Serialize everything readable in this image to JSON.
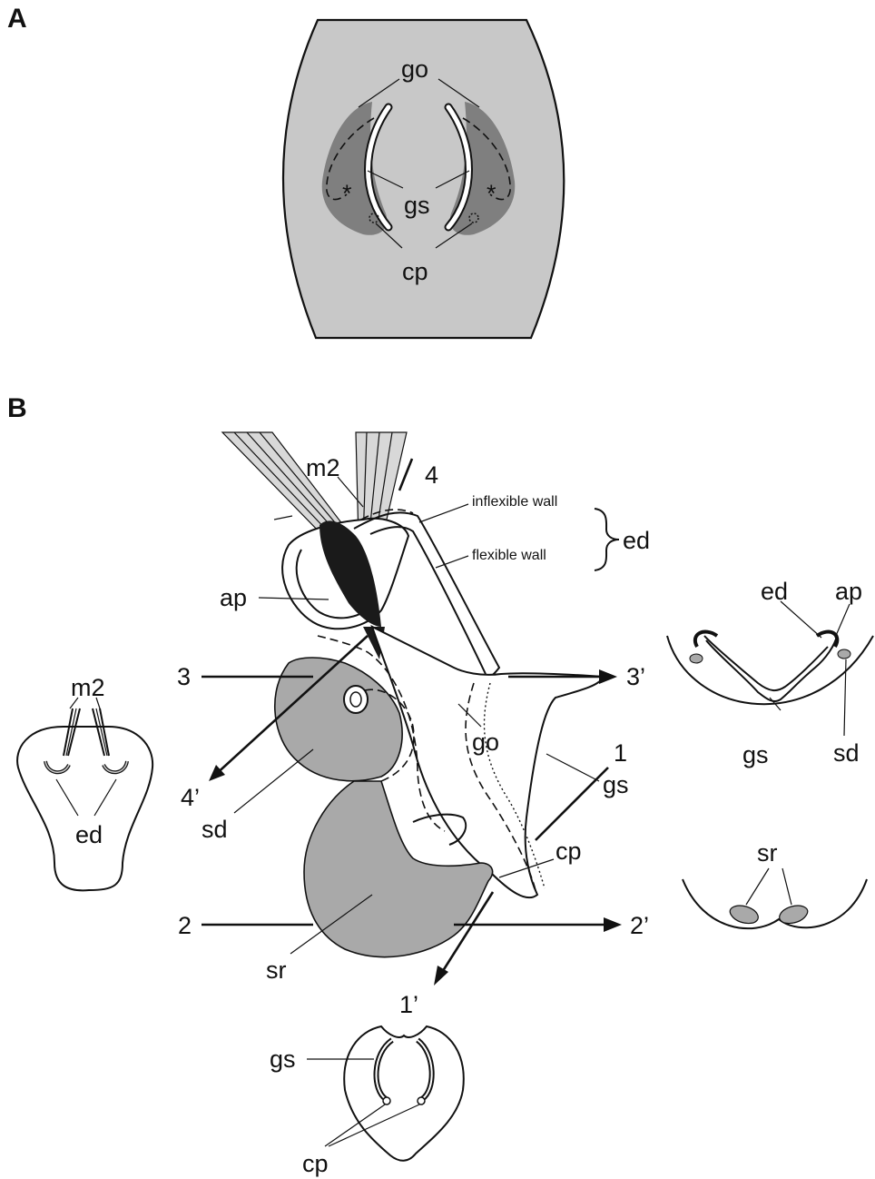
{
  "panels": {
    "a": "A",
    "b": "B"
  },
  "panel_a": {
    "go": "go",
    "gs": "gs",
    "cp": "cp",
    "star": "*"
  },
  "panel_b": {
    "m2": "m2",
    "num4": "4",
    "inflexible_wall": "inflexible wall",
    "flexible_wall": "flexible wall",
    "ed": "ed",
    "ap": "ap",
    "num3": "3",
    "num3p": "3’",
    "go": "go",
    "num1": "1",
    "gs": "gs",
    "num4p": "4’",
    "sd": "sd",
    "cp": "cp",
    "num2": "2",
    "num2p": "2’",
    "sr": "sr"
  },
  "section_left": {
    "m2": "m2",
    "ed": "ed"
  },
  "section_3": {
    "ed": "ed",
    "ap": "ap",
    "gs": "gs",
    "sd": "sd"
  },
  "section_2": {
    "sr": "sr"
  },
  "section_1": {
    "num1p": "1’",
    "gs": "gs",
    "cp": "cp"
  }
}
